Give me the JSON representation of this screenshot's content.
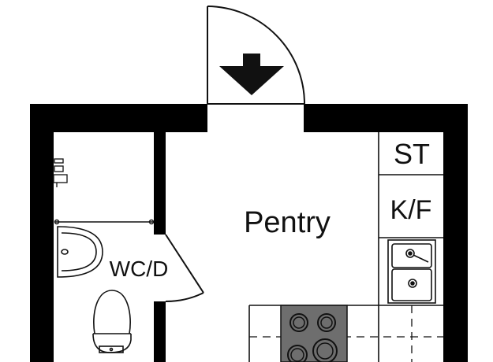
{
  "rooms": {
    "main": {
      "label": "Pentry"
    },
    "bathroom": {
      "label": "WC/D"
    },
    "storage": {
      "label": "ST"
    },
    "fridge_freezer": {
      "label": "K/F"
    }
  },
  "colors": {
    "wall": "#000000",
    "line": "#111111",
    "stove": "#6e6e6e",
    "background": "#ffffff"
  },
  "icons": {
    "entrance": "arrow-down-icon",
    "sink": "sink-icon",
    "toilet": "toilet-icon",
    "washbasin": "washbasin-icon",
    "shower_tap": "shower-tap-icon",
    "stove": "stove-icon"
  }
}
